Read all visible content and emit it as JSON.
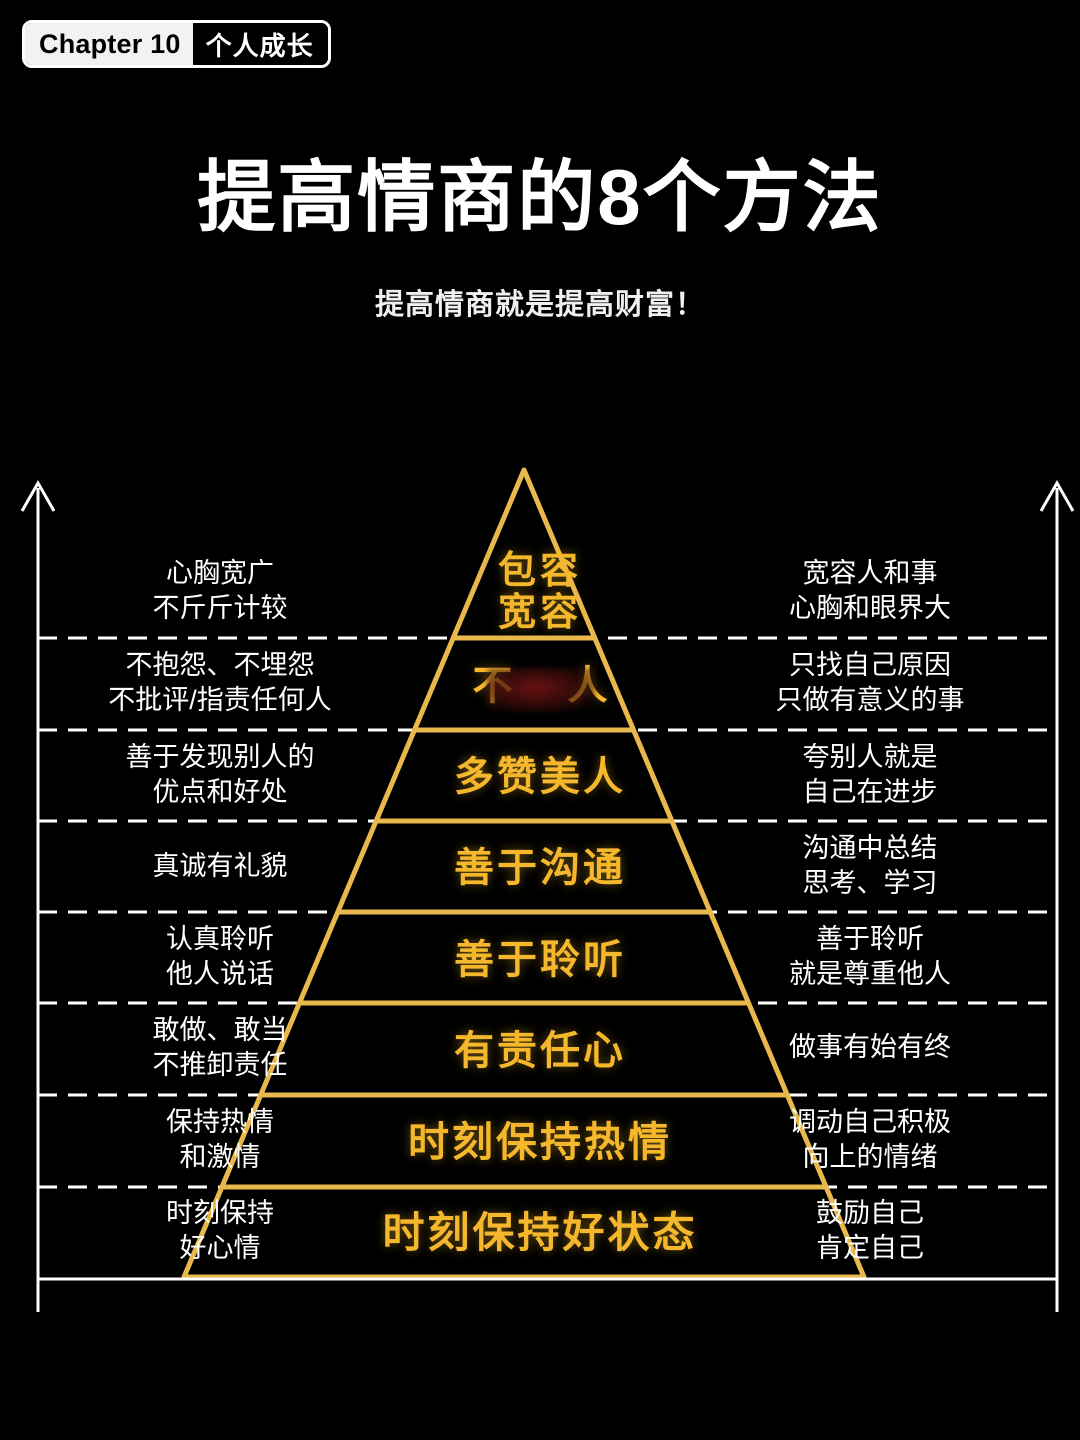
{
  "header": {
    "chapter_label": "Chapter 10",
    "category_label": "个人成长"
  },
  "title": {
    "main": "提高情商的8个方法",
    "subtitle": "提高情商就是提高财富！"
  },
  "colors": {
    "background": "#000000",
    "pyramid_gold": "#e8b84b",
    "tier_text_gold": "#f5b72c",
    "side_text": "#ffffff",
    "axis_white": "#ffffff"
  },
  "chart_data": {
    "type": "pyramid",
    "title": "提高情商的8个方法",
    "subtitle": "提高情商就是提高财富！",
    "levels_count": 8,
    "order": "top-to-bottom",
    "axis": {
      "left_arrow": "up",
      "right_arrow": "up",
      "baseline": true,
      "divider_style": "dashed-white-outside, solid-gold-inside"
    },
    "levels": [
      {
        "index": 1,
        "label": "包容\n宽容",
        "left_note": "心胸宽广\n不斤斤计较",
        "right_note": "宽容人和事\n心胸和眼界大"
      },
      {
        "index": 2,
        "label": "不        人",
        "label_note": "中间两字被遮挡",
        "left_note": "不抱怨、不埋怨\n不批评/指责任何人",
        "right_note": "只找自己原因\n只做有意义的事"
      },
      {
        "index": 3,
        "label": "多赞美人",
        "left_note": "善于发现别人的\n优点和好处",
        "right_note": "夸别人就是\n自己在进步"
      },
      {
        "index": 4,
        "label": "善于沟通",
        "left_note": "真诚有礼貌",
        "right_note": "沟通中总结\n思考、学习"
      },
      {
        "index": 5,
        "label": "善于聆听",
        "left_note": "认真聆听\n他人说话",
        "right_note": "善于聆听\n就是尊重他人"
      },
      {
        "index": 6,
        "label": "有责任心",
        "left_note": "敢做、敢当\n不推卸责任",
        "right_note": "做事有始有终"
      },
      {
        "index": 7,
        "label": "时刻保持热情",
        "left_note": "保持热情\n和激情",
        "right_note": "调动自己积极\n向上的情绪"
      },
      {
        "index": 8,
        "label": "时刻保持好状态",
        "left_note": "时刻保持\n好心情",
        "right_note": "鼓励自己\n肯定自己"
      }
    ]
  }
}
